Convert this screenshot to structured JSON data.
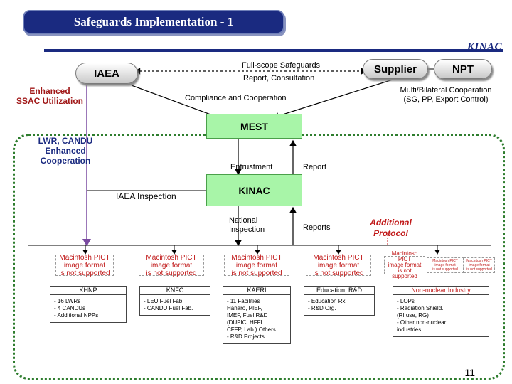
{
  "header": {
    "title": "Safeguards Implementation - 1",
    "logo": "KINAC"
  },
  "nodes": {
    "iaea": "IAEA",
    "supplier": "Supplier",
    "npt": "NPT",
    "mest": "MEST",
    "kinac": "KINAC"
  },
  "edge_labels": {
    "full_scope": "Full-scope Safeguards",
    "report_consultation": "Report, Consultation",
    "multilateral_1": "Multi/Bilateral Cooperation",
    "multilateral_2": "(SG, PP, Export Control)",
    "compliance": "Compliance and Cooperation",
    "entrustment": "Entrustment",
    "report": "Report",
    "national_1": "National",
    "national_2": "Inspection",
    "reports": "Reports",
    "iaea_inspection": "IAEA Inspection"
  },
  "side_labels": {
    "enhanced_1": "Enhanced",
    "enhanced_2": "SSAC Utilization",
    "lwr_1": "LWR, CANDU",
    "lwr_2": "Enhanced",
    "lwr_3": "Cooperation",
    "additional_1": "Additional",
    "additional_2": "Protocol"
  },
  "placeholder": {
    "line1": "Macintosh PICT",
    "line2": "image format",
    "line3": "is not supported"
  },
  "columns": [
    {
      "head": "KHNP",
      "items": [
        "- 16 LWRs",
        "- 4 CANDUs",
        "- Additional NPPs"
      ]
    },
    {
      "head": "KNFC",
      "items": [
        "- LEU Fuel Fab.",
        "- CANDU Fuel Fab."
      ]
    },
    {
      "head": "KAERI",
      "items": [
        "- 11 Facilities",
        "Hanaro, PIEF,",
        "IMEF, Fuel R&D",
        "(DUPIC, HFFL",
        "CFFP, Lab.) Others",
        "- R&D Projects"
      ]
    },
    {
      "head": "Education, R&D",
      "items": [
        "- Education Rx.",
        "- R&D Org."
      ]
    },
    {
      "head": "Non-nuclear Industry",
      "items": [
        "- LOPs",
        "- Radiation Shield.",
        "(RI use, RG)",
        "- Other non-nuclear",
        "industries"
      ]
    }
  ],
  "page_number": "11",
  "colors": {
    "navy": "#1a2a80",
    "node_green": "#a8f5a8",
    "frame_green": "#2e7d2e",
    "accent_red": "#c01818"
  }
}
